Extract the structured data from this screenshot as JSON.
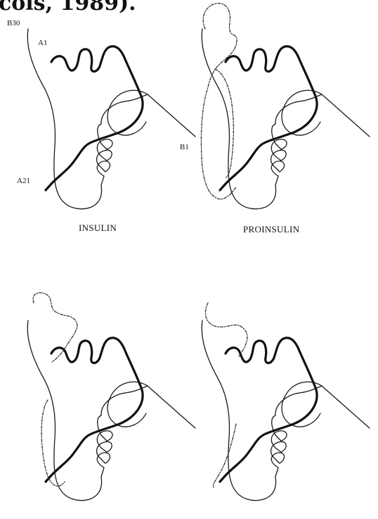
{
  "header_fragment": "cols, 1989).",
  "panels": [
    {
      "caption": "INSULIN",
      "labels": {
        "b30": "B30",
        "a1": "A1",
        "b1": "B1",
        "a21": "A21"
      }
    },
    {
      "caption": "PROINSULIN"
    },
    {
      "caption": ""
    },
    {
      "caption": ""
    }
  ]
}
